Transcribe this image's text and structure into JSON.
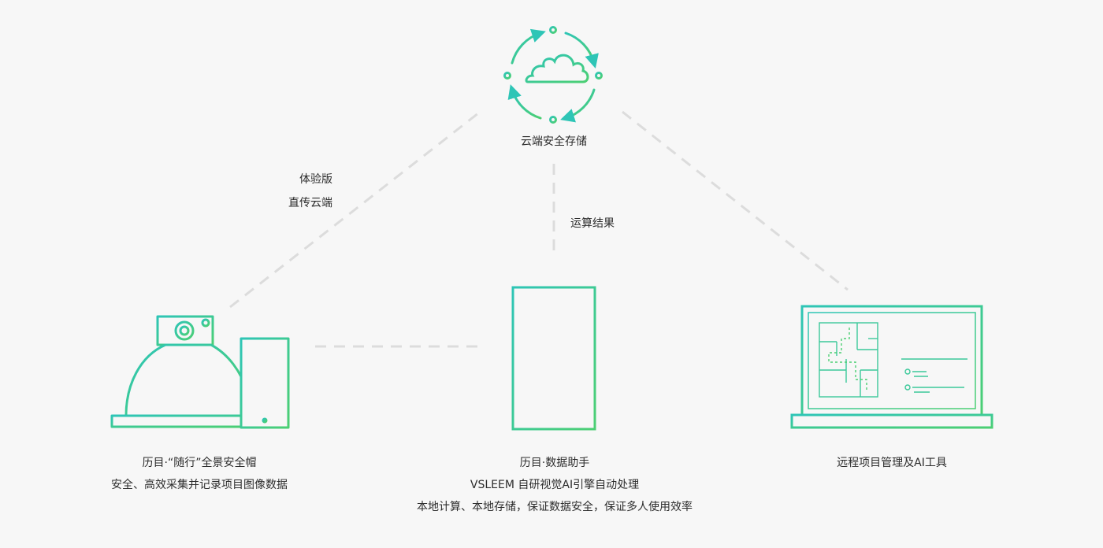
{
  "colors": {
    "background": "#f7f7f7",
    "accent_start": "#2ec5b6",
    "accent_end": "#4ccf73",
    "connector": "#dcdcdc",
    "text": "#2c2c2c"
  },
  "cloud_node": {
    "icon": "cloud-sync-icon",
    "label": "云端安全存储"
  },
  "edge_labels": {
    "helmet_to_cloud": [
      "体验版",
      "直传云端"
    ],
    "hub_to_cloud": "运算结果"
  },
  "helmet_node": {
    "icon": "helmet-camera-phone-icon",
    "lines": [
      "历目·“随行”全景安全帽",
      "安全、高效采集并记录项目图像数据"
    ]
  },
  "hub_node": {
    "icon": "data-hub-device-icon",
    "lines": [
      "历目·数据助手",
      "VSLEEM 自研视觉AI引擎自动处理",
      "本地计算、本地存储，保证数据安全，保证多人使用效率"
    ]
  },
  "laptop_node": {
    "icon": "laptop-floorplan-icon",
    "lines": [
      "远程项目管理及AI工具"
    ]
  }
}
